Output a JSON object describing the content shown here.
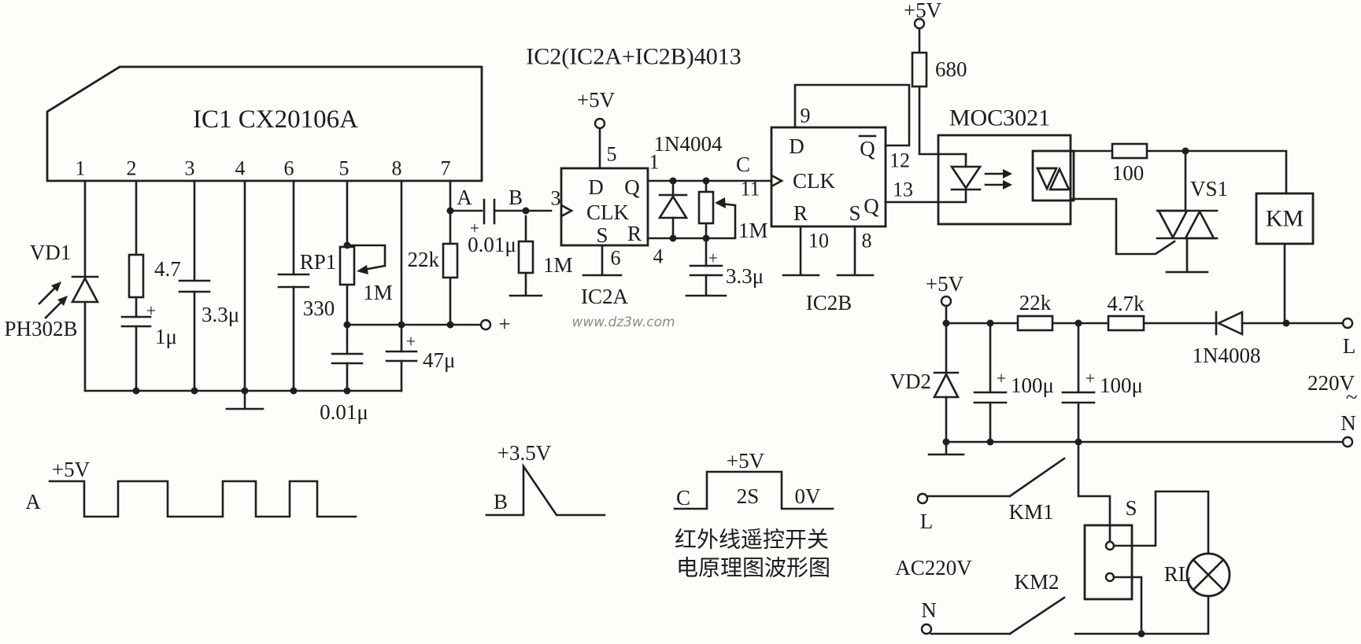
{
  "diagram": {
    "watermark": "www.dz3w.com",
    "caption_line1": "红外线遥控开关",
    "caption_line2": "电原理图波形图",
    "ic1": {
      "title": "IC1 CX20106A",
      "pins": [
        "1",
        "2",
        "3",
        "4",
        "6",
        "5",
        "8",
        "7"
      ]
    },
    "ic2": {
      "title": "IC2(IC2A+IC2B)4013",
      "label_a": "IC2A",
      "label_b": "IC2B",
      "d": "D",
      "q": "Q",
      "qbar": "Q",
      "clk": "CLK",
      "s": "S",
      "r": "R",
      "a_pins": {
        "d": "5",
        "clk": "3",
        "s": "6",
        "q": "1",
        "r": "4"
      },
      "b_pins": {
        "d": "9",
        "clk": "11",
        "r": "10",
        "s": "8",
        "q": "13",
        "qbar": "12"
      }
    },
    "parts": {
      "vd1": "VD1",
      "ph302b": "PH302B",
      "r4_7": "4.7",
      "c1u": "1μ",
      "c3_3u": "3.3μ",
      "c330": "330",
      "rp1": "RP1",
      "r1m": "1M",
      "r22k": "22k",
      "c0_01u": "0.01μ",
      "c47u": "47μ",
      "plus": "+",
      "d1n4004": "1N4004",
      "r680": "680",
      "moc": "MOC3021",
      "r100": "100",
      "vs1": "VS1",
      "km": "KM",
      "r4_7k": "4.7k",
      "d1n4008": "1N4008",
      "vd2": "VD2",
      "c100u": "100μ",
      "km1": "KM1",
      "km2": "KM2",
      "s_switch": "S",
      "rl": "RL"
    },
    "nodes": {
      "a": "A",
      "b": "B",
      "c": "C"
    },
    "power": {
      "plus5v": "+5V",
      "l": "L",
      "n": "N",
      "v220": "220V",
      "tilde": "~",
      "ac220v": "AC220V",
      "rail_plus": "+"
    },
    "waveforms": {
      "a_level": "+5V",
      "b_peak": "+3.5V",
      "c_high": "+5V",
      "c_width": "2S",
      "c_low": "0V"
    }
  }
}
